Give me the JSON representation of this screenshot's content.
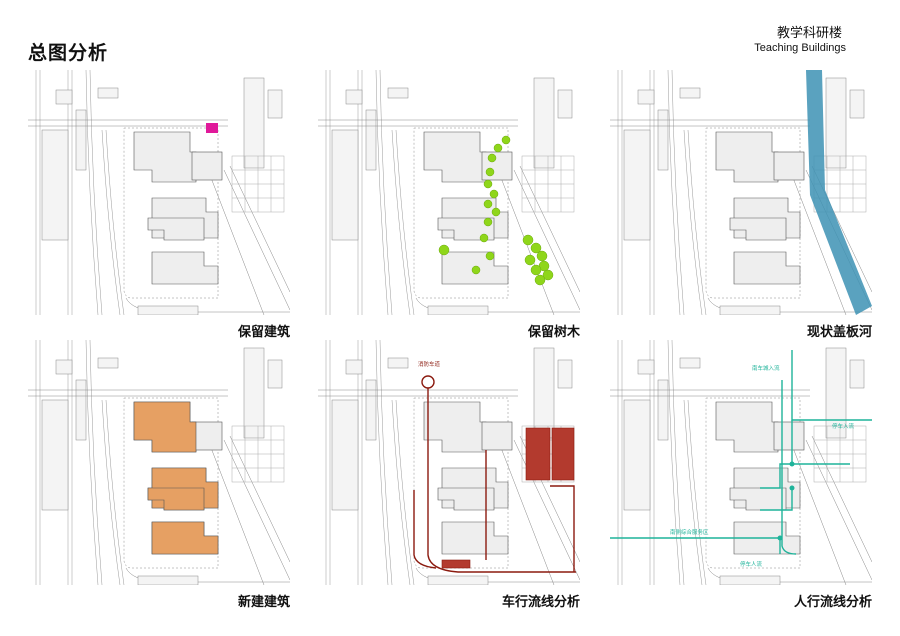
{
  "page": {
    "title": "总图分析",
    "project_cn": "教学科研楼",
    "project_en": "Teaching Buildings"
  },
  "panels": [
    {
      "caption": "保留建筑"
    },
    {
      "caption": "保留树木"
    },
    {
      "caption": "现状盖板河"
    },
    {
      "caption": "新建建筑"
    },
    {
      "caption": "车行流线分析",
      "labels": {
        "fire_lane": "消防车道"
      }
    },
    {
      "caption": "人行流线分析",
      "labels": {
        "main_entrance": "南车城入流",
        "east_entrance": "停车入流",
        "plaza": "南侧综合服务区",
        "bottom": "停车人流"
      }
    }
  ],
  "colors": {
    "retained_building": "#e0199a",
    "trees": "#8fd61a",
    "river": "#3d92b4",
    "new_building": "#e6a063",
    "vehicle_route": "#8b1a0f",
    "pedestrian_route": "#1fb39a",
    "linework": "#888888"
  }
}
